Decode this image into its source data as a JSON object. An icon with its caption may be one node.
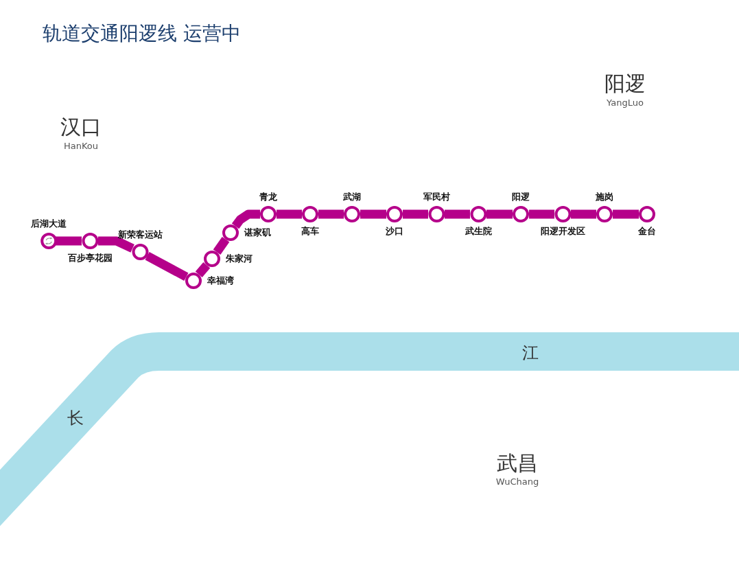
{
  "diagram": {
    "title": "轨道交通阳逻线 运营中",
    "nodes": [
      {
        "text": [
          "后湖大道"
        ]
      },
      {
        "text": [
          "百步亭花园"
        ]
      },
      {
        "text": [
          "新荣客运站"
        ]
      },
      {
        "text": [
          "幸福湾"
        ]
      },
      {
        "text": [
          "朱家河"
        ]
      },
      {
        "text": [
          "谌家矶"
        ]
      },
      {
        "text": [
          "青龙"
        ]
      },
      {
        "text": [
          "高车"
        ]
      },
      {
        "text": [
          "武湖"
        ]
      },
      {
        "text": [
          "沙口"
        ]
      },
      {
        "text": [
          "军民村"
        ]
      },
      {
        "text": [
          "武生院"
        ]
      },
      {
        "text": [
          "阳逻"
        ]
      },
      {
        "text": [
          "阳逻开发区"
        ]
      },
      {
        "text": [
          "施岗"
        ]
      },
      {
        "text": [
          "金台"
        ]
      }
    ],
    "edges": [
      {
        "from": 0,
        "to": 1,
        "arrow": "none"
      },
      {
        "from": 1,
        "to": 2,
        "arrow": "none"
      },
      {
        "from": 2,
        "to": 3,
        "arrow": "none"
      },
      {
        "from": 3,
        "to": 4,
        "arrow": "none"
      },
      {
        "from": 4,
        "to": 5,
        "arrow": "none"
      },
      {
        "from": 5,
        "to": 6,
        "arrow": "none"
      },
      {
        "from": 6,
        "to": 7,
        "arrow": "none"
      },
      {
        "from": 7,
        "to": 8,
        "arrow": "none"
      },
      {
        "from": 8,
        "to": 9,
        "arrow": "none"
      },
      {
        "from": 9,
        "to": 10,
        "arrow": "none"
      },
      {
        "from": 10,
        "to": 11,
        "arrow": "none"
      },
      {
        "from": 11,
        "to": 12,
        "arrow": "none"
      },
      {
        "from": 12,
        "to": 13,
        "arrow": "none"
      },
      {
        "from": 13,
        "to": 14,
        "arrow": "none"
      },
      {
        "from": 14,
        "to": 15,
        "arrow": "none"
      }
    ],
    "labels": [
      "阳逻",
      "YangLuo",
      "汉口",
      "HanKou",
      "江",
      "长",
      "武昌",
      "WuChang"
    ]
  }
}
